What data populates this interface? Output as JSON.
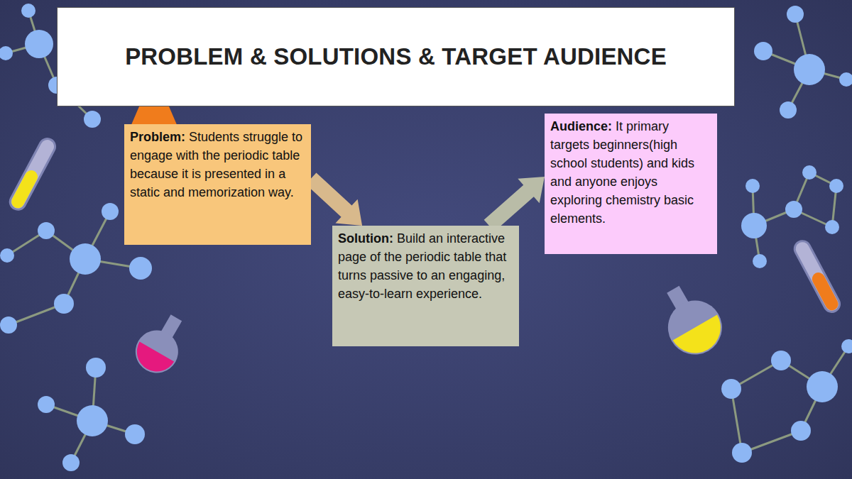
{
  "diagram": {
    "title": "PROBLEM & SOLUTIONS & TARGET AUDIENCE",
    "nodes": [
      {
        "text": [
          "Problem:",
          "Students struggle to engage with the periodic table because it is presented in a static and memorization way."
        ]
      },
      {
        "text": [
          "Solution:",
          "Build an interactive page of the periodic table that turns passive to an engaging, easy-to-learn experience."
        ]
      },
      {
        "text": [
          "Audience:",
          "It primary targets beginners(high school students) and kids and anyone enjoys exploring chemistry basic elements."
        ]
      }
    ],
    "edges": [
      {
        "from": 0,
        "to": 1,
        "arrow": "to"
      },
      {
        "from": 1,
        "to": 2,
        "arrow": "to"
      }
    ]
  }
}
